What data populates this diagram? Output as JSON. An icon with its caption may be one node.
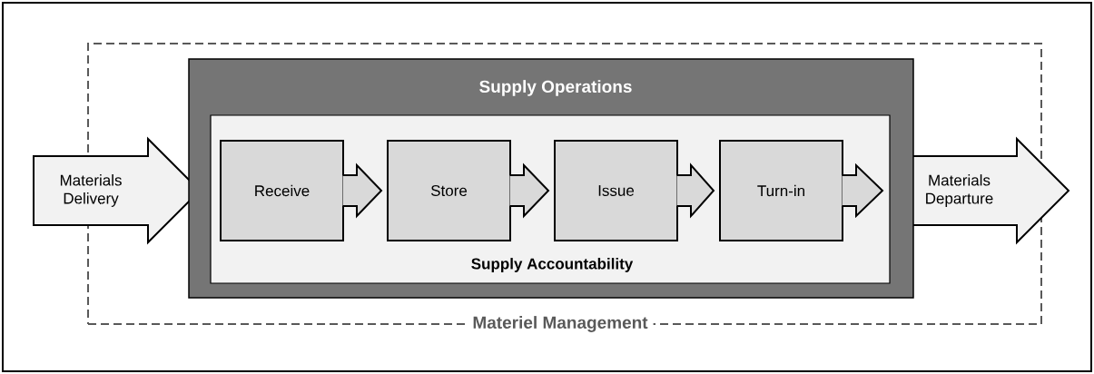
{
  "diagram": {
    "nodes": [
      {
        "text": [
          "Materiel Management"
        ]
      },
      {
        "text": [
          "Supply Operations"
        ],
        "in": 0
      },
      {
        "text": [
          "Supply Accountability"
        ],
        "in": 1
      },
      {
        "text": [
          "Materials Delivery"
        ]
      },
      {
        "text": [
          "Receive"
        ],
        "in": 2
      },
      {
        "text": [
          "Store"
        ],
        "in": 2
      },
      {
        "text": [
          "Issue"
        ],
        "in": 2
      },
      {
        "text": [
          "Turn-in"
        ],
        "in": 2
      },
      {
        "text": [
          "Materials Departure"
        ]
      }
    ],
    "edges": [
      {
        "from": 4,
        "to": 5,
        "arrow": "to"
      },
      {
        "from": 5,
        "to": 6,
        "arrow": "to"
      },
      {
        "from": 6,
        "to": 7,
        "arrow": "to"
      },
      {
        "from": 7,
        "to": null,
        "arrow": "to"
      }
    ]
  }
}
